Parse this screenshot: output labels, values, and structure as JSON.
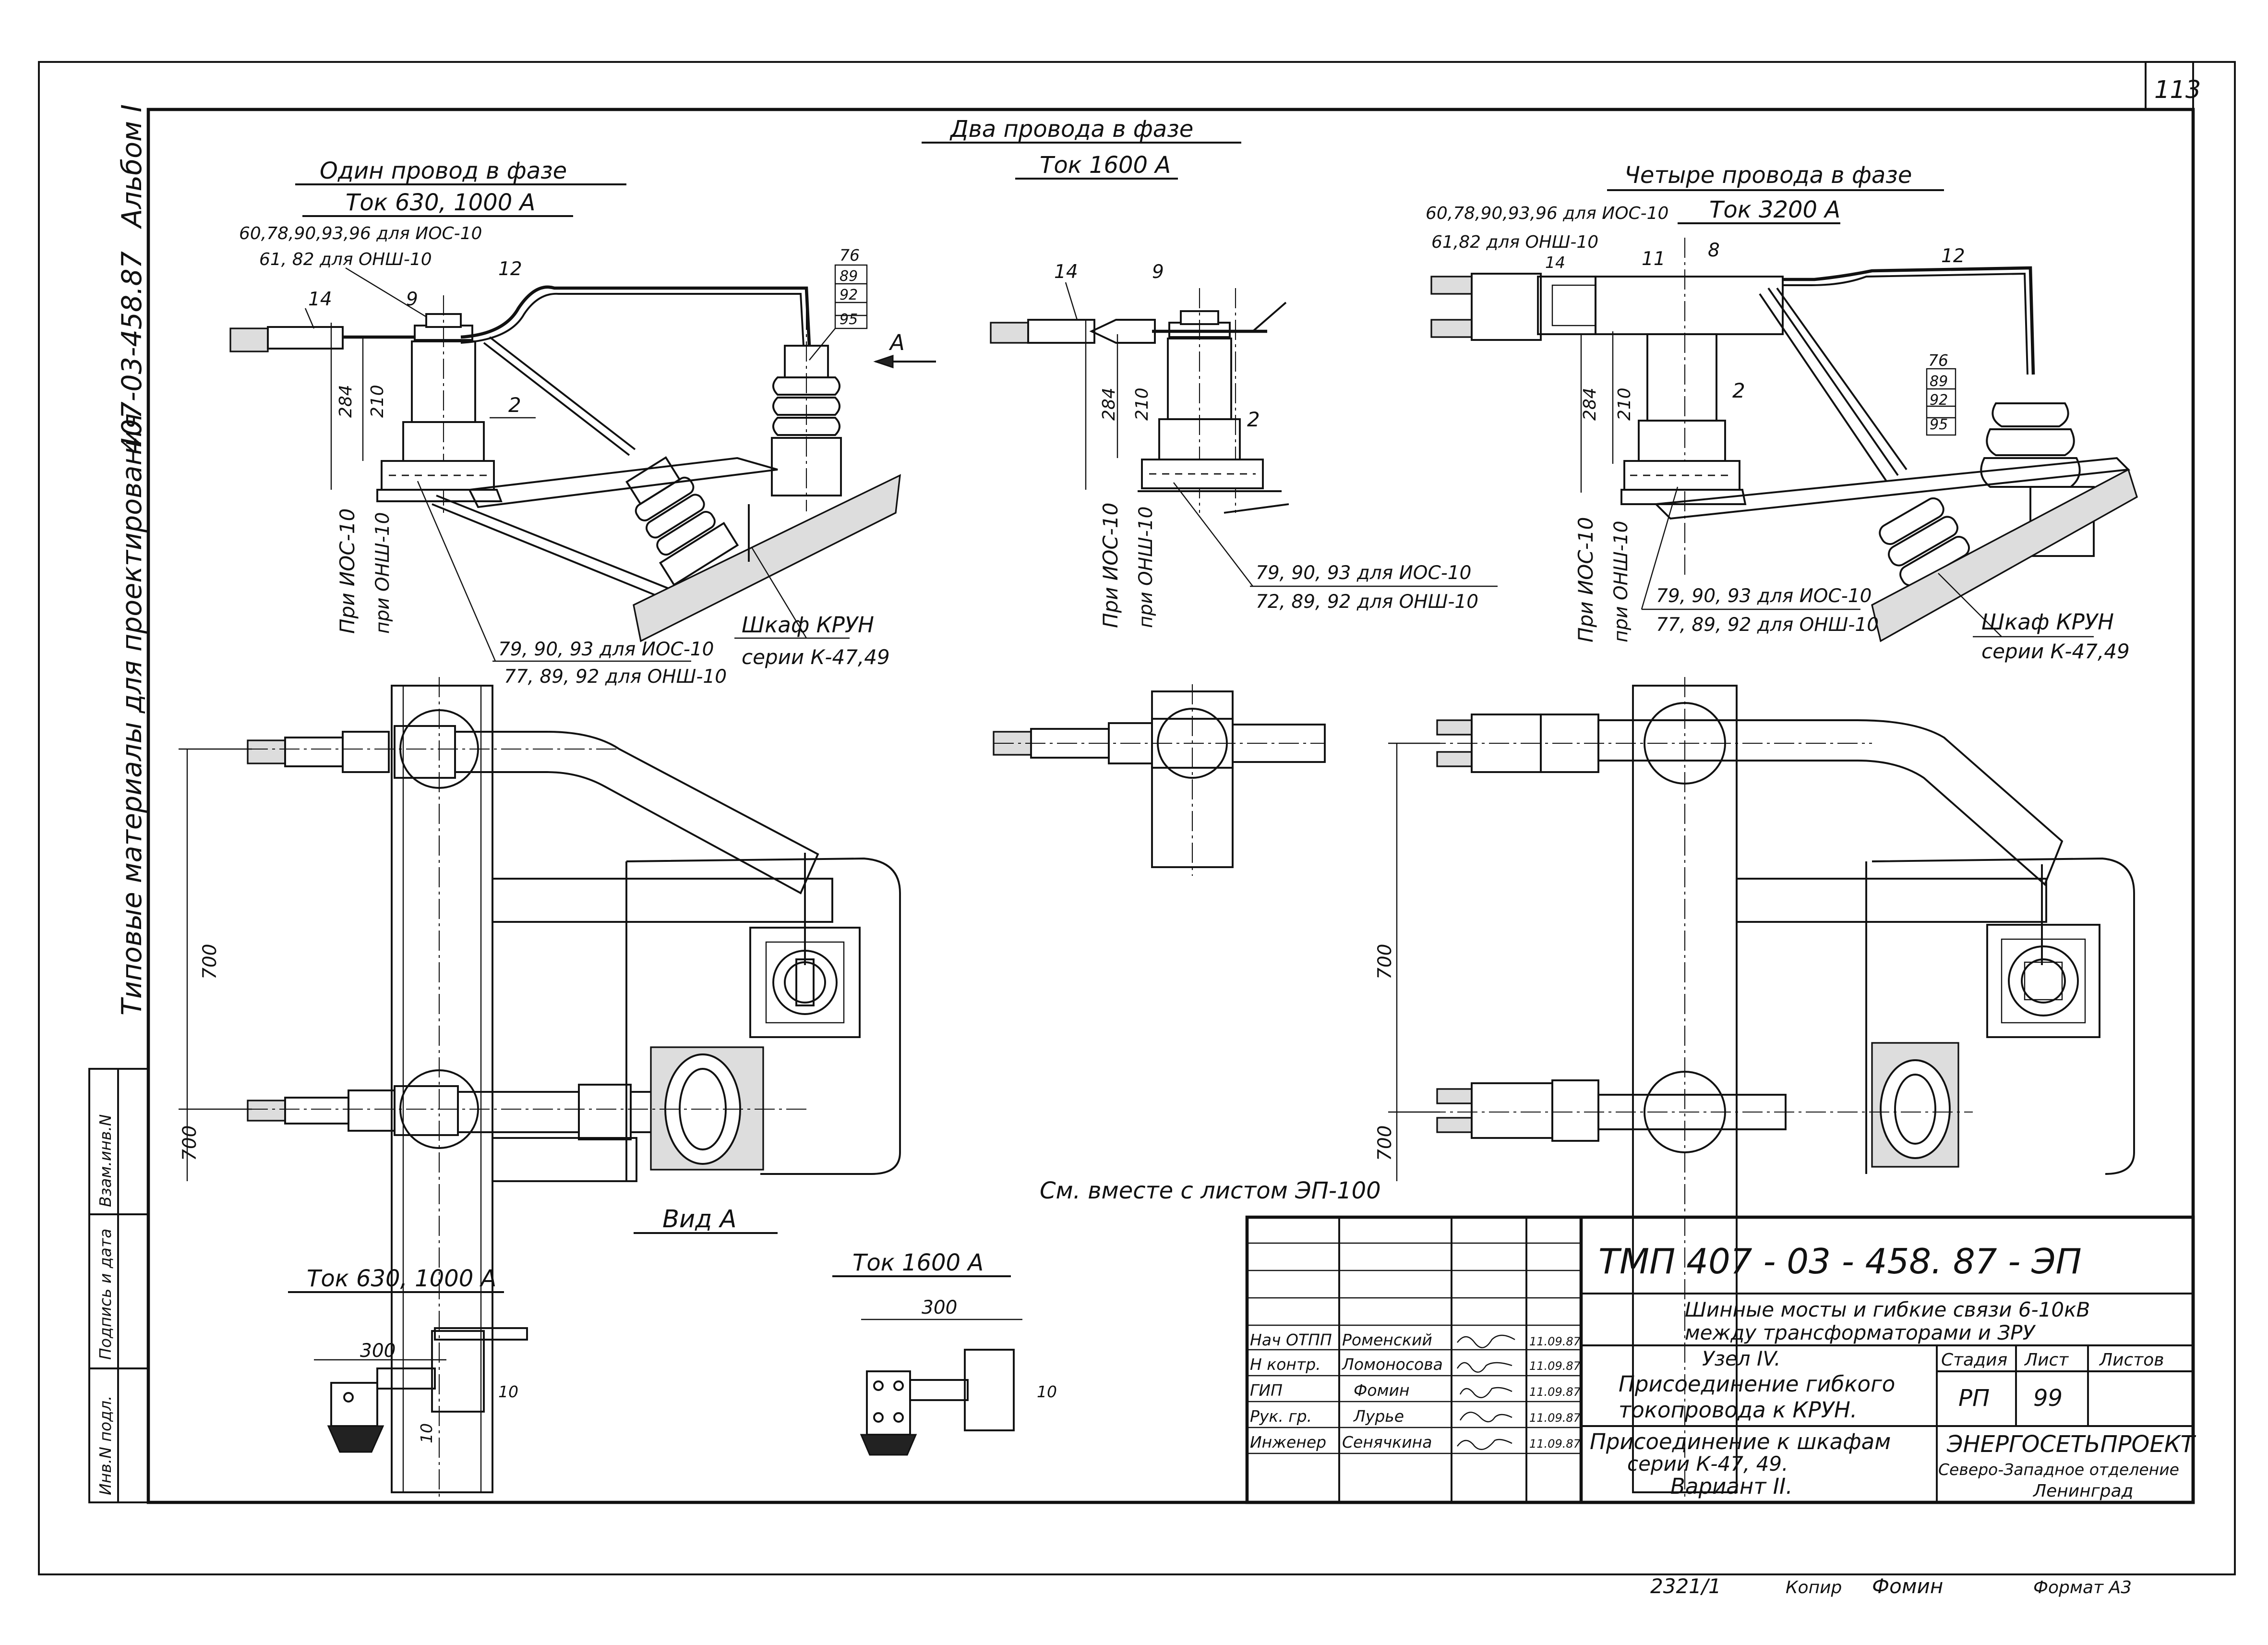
{
  "sheet_number": "113",
  "side_margin": {
    "album": "Альбом I",
    "series": "407-03-458.87",
    "materials": "Типовые материалы для проектирования"
  },
  "left_stamp": [
    "Взам.инв.N",
    "Подпись и дата",
    "Инв.N подл."
  ],
  "sections": {
    "one_wire": {
      "title": "Один провод в фазе",
      "current": "Ток 630, 1000 А"
    },
    "two_wires": {
      "title": "Два провода в фазе",
      "current": "Ток 1600 А"
    },
    "four_wires": {
      "title": "Четыре провода в фазе",
      "current": "Ток 3200 А"
    }
  },
  "labels": {
    "ref_ios_left": "60,78,90,93,96 для ИОС-10",
    "ref_onsh_left": "61, 82 для ОНШ-10",
    "ref_ios_right": "60,78,90,93,96 для ИОС-10",
    "ref_onsh_right": "61,82 для ОНШ-10",
    "pos_14": "14",
    "pos_9": "9",
    "pos_12": "12",
    "pos_2": "2",
    "pos_11": "11",
    "pos_8": "8",
    "stack_76": "76",
    "stack_89": "89",
    "stack_92": "92",
    "stack_95": "95",
    "view_arrow": "А",
    "dim_284": "284",
    "dim_210": "210",
    "pri_ios": "При ИОС-10",
    "pri_onsh": "при ОНШ-10",
    "base_ios_1": "79, 90, 93 для ИОС-10",
    "base_onsh_1": "77, 89, 92 для ОНШ-10",
    "base_ios_2": "79, 90, 93 для ИОС-10",
    "base_onsh_2": "72, 89, 92 для ОНШ-10",
    "base_ios_3": "79, 90, 93 для ИОС-10",
    "base_onsh_3": "77, 89, 92 для ОНШ-10",
    "cabinet": "Шкаф КРУН",
    "cabinet_series": "серии К-47,49",
    "cabinet_series_right": "серии К-47,49",
    "dim_700": "700",
    "see_also": "См. вместе с листом ЭП-100",
    "view_a": "Вид А",
    "view_a_current_1": "Ток 630, 1000 А",
    "view_a_current_2": "Ток 1600 А",
    "dim_300": "300",
    "dim_10": "10"
  },
  "title_block": {
    "code": "ТМП 407 - 03 - 458. 87 - ЭП",
    "subject_1": "Шинные мосты и гибкие связи 6-10кВ",
    "subject_2": "между трансформаторами и ЗРУ",
    "node": "Узел IV.",
    "node_desc_1": "Присоединение гибкого",
    "node_desc_2": "токопровода к КРУН.",
    "conn_1": "Присоединение к шкафам",
    "conn_2": "серии К-47, 49.",
    "variant": "Вариант II.",
    "stage_h": "Стадия",
    "sheet_h": "Лист",
    "sheets_h": "Листов",
    "stage": "РП",
    "sheet": "99",
    "org": "ЭНЕРГОСЕТЬПРОЕКТ",
    "org_branch": "Северо-Западное отделение",
    "org_city": "Ленинград",
    "staff": [
      {
        "role": "Нач ОТПП",
        "name": "Роменский",
        "date": "11.09.87"
      },
      {
        "role": "Н контр.",
        "name": "Ломоносова",
        "date": "11.09.87"
      },
      {
        "role": "ГИП",
        "name": "Фомин",
        "date": "11.09.87"
      },
      {
        "role": "Рук. гр.",
        "name": "Лурье",
        "date": "11.09.87"
      },
      {
        "role": "Инженер",
        "name": "Сенячкина",
        "date": "11.09.87"
      }
    ]
  },
  "footer": {
    "inv": "2321/1",
    "copied": "Копир",
    "copied_by": "Фомин",
    "format": "Формат А3"
  }
}
